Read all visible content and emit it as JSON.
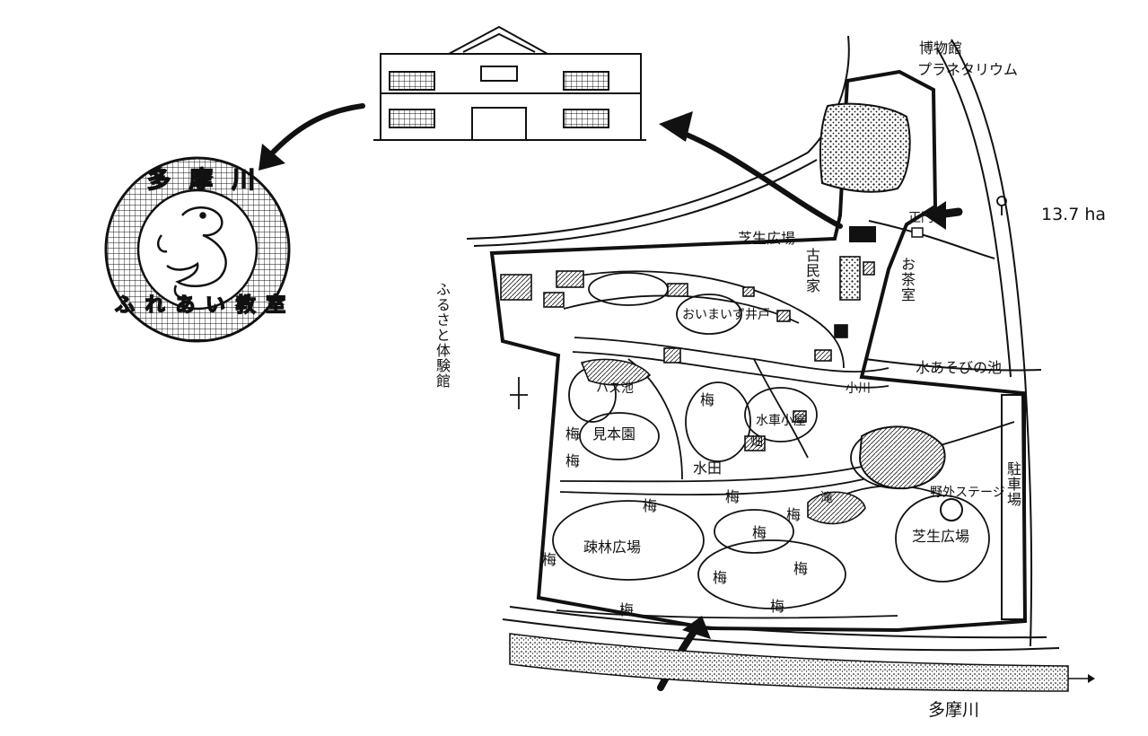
{
  "map": {
    "area": "13.7 ha",
    "river": "多摩川",
    "logo": {
      "top_text": "多 摩 川",
      "bottom_text": "ふ れ あ い 教 室",
      "mascot_icon": "tama-chan-seal-icon"
    },
    "labels": {
      "museum": [
        "博物館",
        "プラネタリウム"
      ],
      "main_gate": "正門",
      "tea_room": "お茶室",
      "old_house": "古民家",
      "water_play_pond": "水あそびの池",
      "furusato_hall": "ふるさと体験館",
      "lotus_pond": "ハス池",
      "lawn_north": "芝生広場",
      "lawn_east": "芝生広場",
      "sparse_forest": "疎林広場",
      "plum_grove": "梅",
      "paddy": "水田",
      "field": "畑",
      "waterwheel": "水車小屋",
      "well": "おいまいず井戸",
      "stream": "小川",
      "outdoor_stage": "野外ステージ",
      "parking": "駐車場",
      "garden": "見本園",
      "shrine": "滝"
    },
    "icons": {
      "compass": "north-arrow-icon",
      "entrance_arrow": "entrance-arrow-icon",
      "flow_arrow": "river-flow-arrow-icon"
    }
  }
}
